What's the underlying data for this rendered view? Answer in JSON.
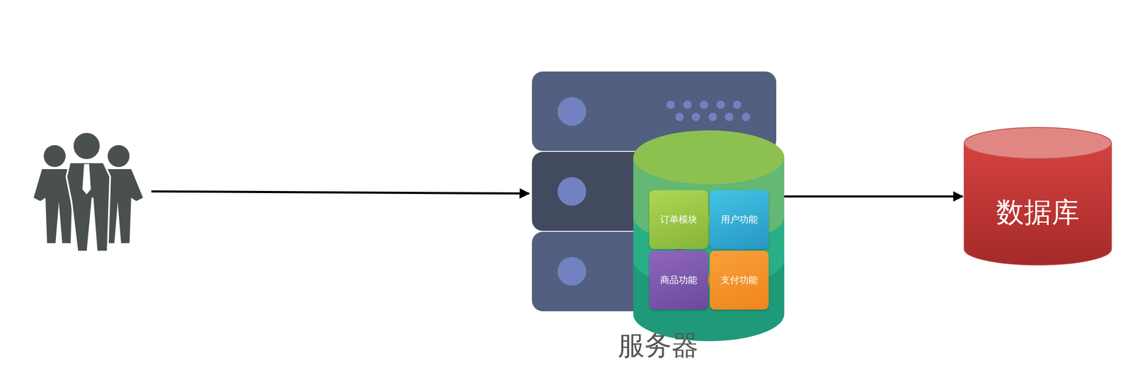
{
  "diagram": {
    "nodes": [
      {
        "text": [
          "服务器"
        ]
      },
      {
        "text": [
          "订单模块"
        ],
        "in": 0
      },
      {
        "text": [
          "用户功能"
        ],
        "in": 0
      },
      {
        "text": [
          "商品功能"
        ],
        "in": 0
      },
      {
        "text": [
          "支付功能"
        ],
        "in": 0
      },
      {
        "text": [
          "数据库"
        ]
      }
    ],
    "edges": [
      {
        "from": 0,
        "to": 5,
        "arrow": "to"
      }
    ]
  }
}
